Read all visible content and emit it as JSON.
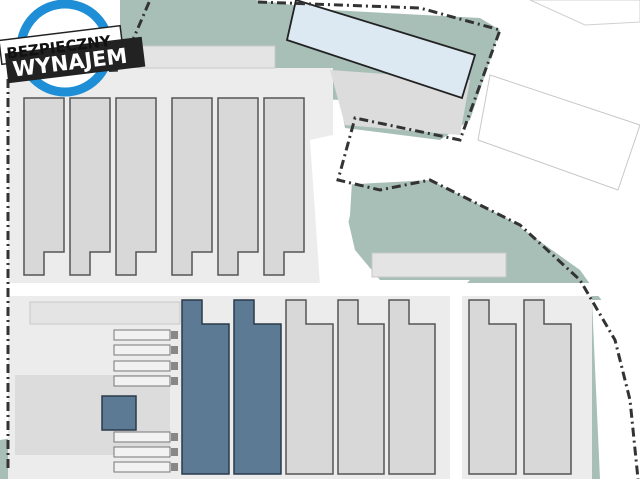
{
  "badge": {
    "line1": "BEZPIECZNY",
    "line2": "WYNAJEM",
    "ring_color": "#1e8fd6"
  },
  "map": {
    "colors": {
      "green_area": "#a8bfb8",
      "plot_background": "#ececec",
      "road": "#ffffff",
      "building_fill": "#d8d8d8",
      "building_stroke": "#555555",
      "highlighted_fill": "#5d7a94",
      "highlighted_stroke": "#2a3b4b",
      "roof_glass": "#dde9f2",
      "boundary": "#333333"
    },
    "units_total": 19,
    "highlighted_units": 3,
    "legend": []
  }
}
